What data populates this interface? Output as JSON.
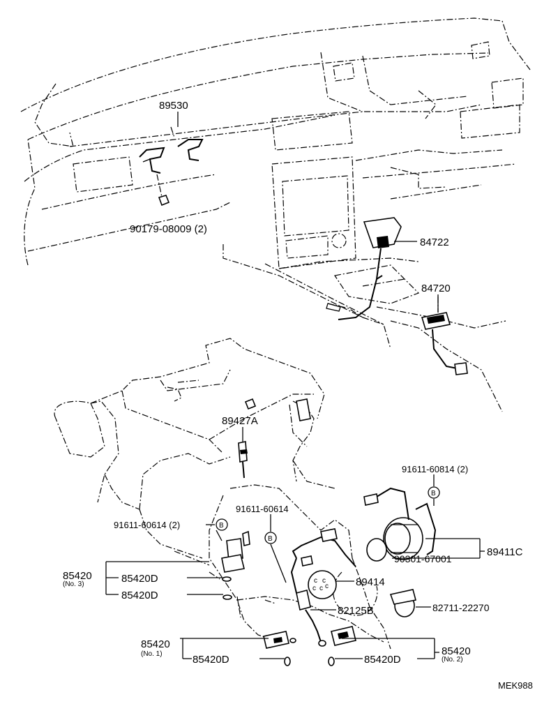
{
  "labels": {
    "p89530": "89530",
    "p90179": "90179-08009 (2)",
    "p84722": "84722",
    "p84720": "84720",
    "p89427A": "89427A",
    "p91611_60814": "91611-60814 (2)",
    "p91611_60614_a": "91611-60614",
    "p91611_60614_b": "91611-60614 (2)",
    "circle_b": "B",
    "p89411C": "89411C",
    "p90301": "90301-67001",
    "p89414": "89414",
    "p82711": "82711-22270",
    "p82125B": "82125B",
    "p85420_no3": "85420",
    "no3": "(No. 3)",
    "p85420D_1": "85420D",
    "p85420D_2": "85420D",
    "p85420_no1": "85420",
    "no1": "(No. 1)",
    "p85420D_no1": "85420D",
    "p85420D_no2": "85420D",
    "p85420_no2": "85420",
    "no2": "(No. 2)",
    "drawing_code": "MEK988"
  }
}
